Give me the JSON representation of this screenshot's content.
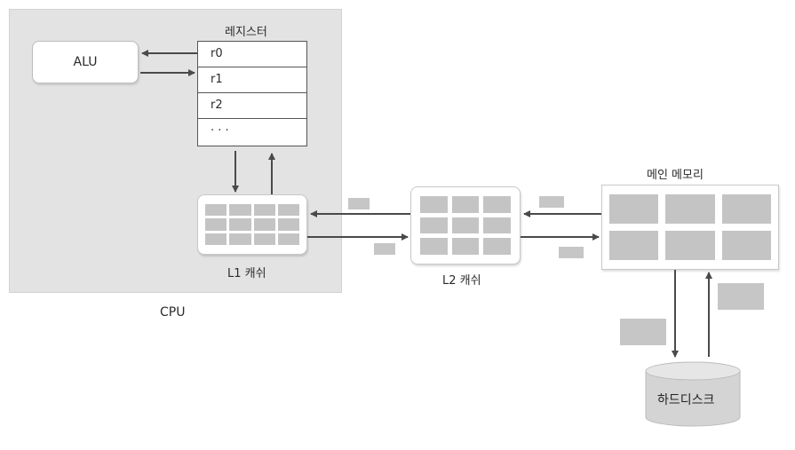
{
  "cpu": {
    "label": "CPU"
  },
  "alu": {
    "label": "ALU"
  },
  "registers": {
    "title": "레지스터",
    "rows": [
      "r0",
      "r1",
      "r2",
      "· · ·"
    ]
  },
  "l1_cache": {
    "label": "L1 캐쉬"
  },
  "l2_cache": {
    "label": "L2 캐쉬"
  },
  "main_memory": {
    "label": "메인 메모리"
  },
  "hard_disk": {
    "label": "하드디스크"
  },
  "colors": {
    "cpu_background": "#e3e3e3",
    "cell": "#c4c4c4",
    "arrow": "#4a4a4a"
  }
}
